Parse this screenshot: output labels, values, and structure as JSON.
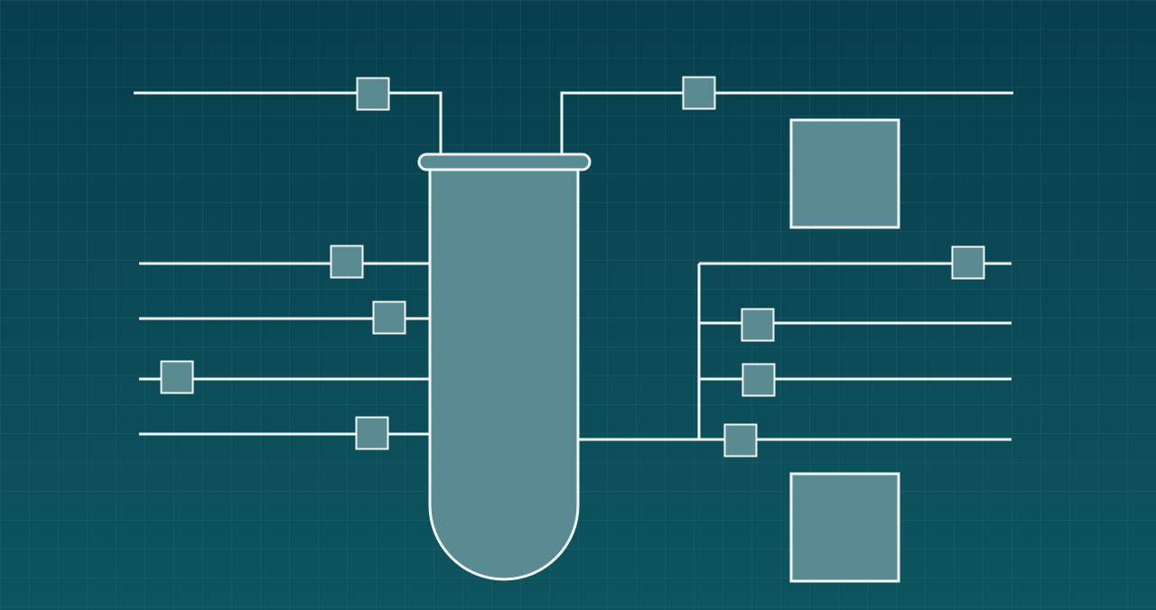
{
  "theme": {
    "background_top": "#073f4c",
    "background_bottom": "#0d5560",
    "grid": "#3f7c86",
    "stroke": "#f2f6f6",
    "fill": "#5b8b92"
  },
  "diagram": {
    "vessel": {
      "name": "test-tube-vessel",
      "icon": "test-tube-icon"
    },
    "lines_left_count": 5,
    "lines_right_count": 5,
    "valves_count": 10,
    "modules_count": 2
  }
}
